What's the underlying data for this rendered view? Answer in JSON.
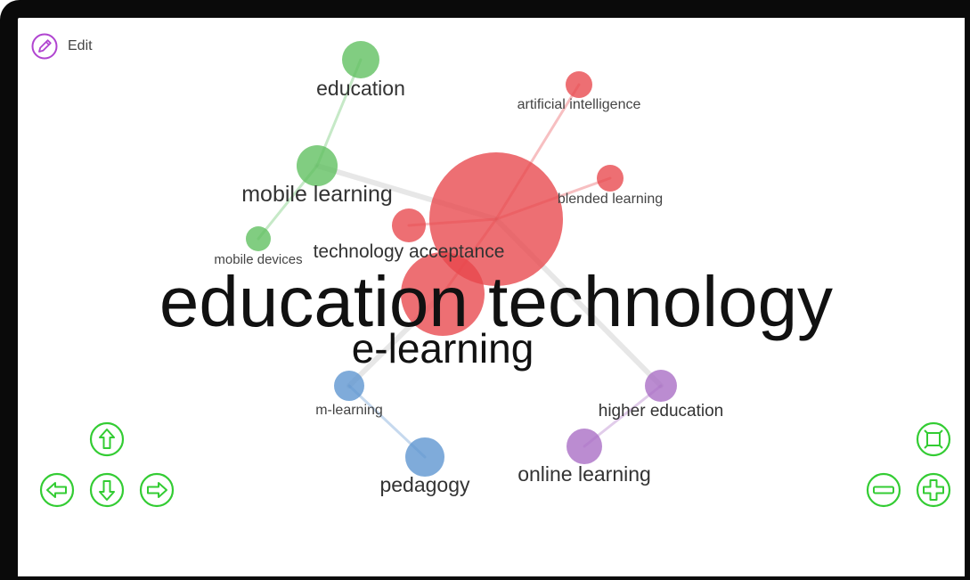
{
  "toolbar": {
    "edit_label": "Edit"
  },
  "colors": {
    "red": "#e8474c",
    "green": "#5dbf5e",
    "blue": "#5b93cf",
    "purple": "#a86cc4",
    "control_green": "#33cc33",
    "edit_purple": "#b044d0"
  },
  "nodes": [
    {
      "id": "education-technology",
      "label": "education technology",
      "cluster": "red"
    },
    {
      "id": "e-learning",
      "label": "e-learning",
      "cluster": "red"
    },
    {
      "id": "technology-acceptance",
      "label": "technology acceptance",
      "cluster": "red"
    },
    {
      "id": "artificial-intelligence",
      "label": "artificial intelligence",
      "cluster": "red"
    },
    {
      "id": "blended-learning",
      "label": "blended learning",
      "cluster": "red"
    },
    {
      "id": "education",
      "label": "education",
      "cluster": "green"
    },
    {
      "id": "mobile-learning",
      "label": "mobile learning",
      "cluster": "green"
    },
    {
      "id": "mobile-devices",
      "label": "mobile devices",
      "cluster": "green"
    },
    {
      "id": "m-learning",
      "label": "m-learning",
      "cluster": "blue"
    },
    {
      "id": "pedagogy",
      "label": "pedagogy",
      "cluster": "blue"
    },
    {
      "id": "higher-education",
      "label": "higher education",
      "cluster": "purple"
    },
    {
      "id": "online-learning",
      "label": "online learning",
      "cluster": "purple"
    }
  ],
  "links": [
    [
      "education",
      "mobile-learning"
    ],
    [
      "mobile-learning",
      "mobile-devices"
    ],
    [
      "mobile-learning",
      "education-technology"
    ],
    [
      "education-technology",
      "artificial-intelligence"
    ],
    [
      "education-technology",
      "blended-learning"
    ],
    [
      "education-technology",
      "technology-acceptance"
    ],
    [
      "education-technology",
      "e-learning"
    ],
    [
      "education-technology",
      "higher-education"
    ],
    [
      "e-learning",
      "m-learning"
    ],
    [
      "m-learning",
      "pedagogy"
    ],
    [
      "higher-education",
      "online-learning"
    ]
  ],
  "controls": [
    "move-up",
    "move-left",
    "move-down",
    "move-right",
    "fit-view",
    "zoom-out",
    "zoom-in"
  ]
}
